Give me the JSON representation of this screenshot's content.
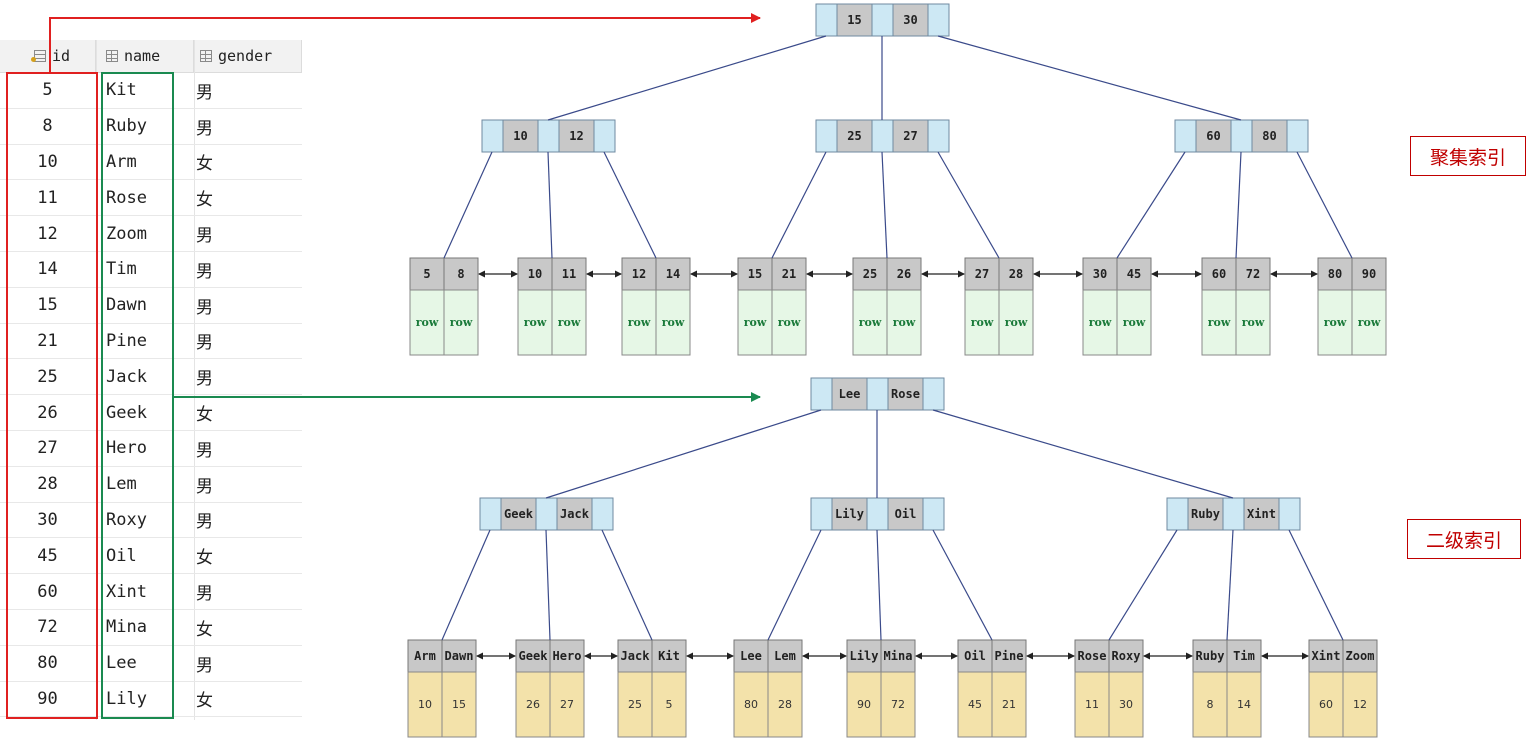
{
  "table": {
    "headers": {
      "id": "id",
      "name": "name",
      "gender": "gender"
    },
    "rows": [
      {
        "id": "5",
        "name": "Kit",
        "gender": "男"
      },
      {
        "id": "8",
        "name": "Ruby",
        "gender": "男"
      },
      {
        "id": "10",
        "name": "Arm",
        "gender": "女"
      },
      {
        "id": "11",
        "name": "Rose",
        "gender": "女"
      },
      {
        "id": "12",
        "name": "Zoom",
        "gender": "男"
      },
      {
        "id": "14",
        "name": "Tim",
        "gender": "男"
      },
      {
        "id": "15",
        "name": "Dawn",
        "gender": "男"
      },
      {
        "id": "21",
        "name": "Pine",
        "gender": "男"
      },
      {
        "id": "25",
        "name": "Jack",
        "gender": "男"
      },
      {
        "id": "26",
        "name": "Geek",
        "gender": "女"
      },
      {
        "id": "27",
        "name": "Hero",
        "gender": "男"
      },
      {
        "id": "28",
        "name": "Lem",
        "gender": "男"
      },
      {
        "id": "30",
        "name": "Roxy",
        "gender": "男"
      },
      {
        "id": "45",
        "name": "Oil",
        "gender": "女"
      },
      {
        "id": "60",
        "name": "Xint",
        "gender": "男"
      },
      {
        "id": "72",
        "name": "Mina",
        "gender": "女"
      },
      {
        "id": "80",
        "name": "Lee",
        "gender": "男"
      },
      {
        "id": "90",
        "name": "Lily",
        "gender": "女"
      }
    ]
  },
  "clustered_index": {
    "label": "聚集索引",
    "root": [
      "15",
      "30"
    ],
    "internal": [
      [
        "10",
        "12"
      ],
      [
        "25",
        "27"
      ],
      [
        "60",
        "80"
      ]
    ],
    "leaves": [
      [
        "5",
        "8"
      ],
      [
        "10",
        "11"
      ],
      [
        "12",
        "14"
      ],
      [
        "15",
        "21"
      ],
      [
        "25",
        "26"
      ],
      [
        "27",
        "28"
      ],
      [
        "30",
        "45"
      ],
      [
        "60",
        "72"
      ],
      [
        "80",
        "90"
      ]
    ],
    "leaf_payload": "row"
  },
  "secondary_index": {
    "label": "二级索引",
    "root": [
      "Lee",
      "Rose"
    ],
    "internal": [
      [
        "Geek",
        "Jack"
      ],
      [
        "Lily",
        "Oil"
      ],
      [
        "Ruby",
        "Xint"
      ]
    ],
    "leaves": [
      {
        "keys": [
          "Arm",
          "Dawn"
        ],
        "ids": [
          "10",
          "15"
        ]
      },
      {
        "keys": [
          "Geek",
          "Hero"
        ],
        "ids": [
          "26",
          "27"
        ]
      },
      {
        "keys": [
          "Jack",
          "Kit"
        ],
        "ids": [
          "25",
          "5"
        ]
      },
      {
        "keys": [
          "Lee",
          "Lem"
        ],
        "ids": [
          "80",
          "28"
        ]
      },
      {
        "keys": [
          "Lily",
          "Mina"
        ],
        "ids": [
          "90",
          "72"
        ]
      },
      {
        "keys": [
          "Oil",
          "Pine"
        ],
        "ids": [
          "45",
          "21"
        ]
      },
      {
        "keys": [
          "Rose",
          "Roxy"
        ],
        "ids": [
          "11",
          "30"
        ]
      },
      {
        "keys": [
          "Ruby",
          "Tim"
        ],
        "ids": [
          "8",
          "14"
        ]
      },
      {
        "keys": [
          "Xint",
          "Zoom"
        ],
        "ids": [
          "60",
          "12"
        ]
      }
    ]
  },
  "colors": {
    "pointer_cell": "#cde8f4",
    "key_cell": "#c8c8c8",
    "row_cell": "#e6f7e6",
    "pk_cell": "#f3e2aa",
    "id_highlight": "#e02020",
    "name_highlight": "#1a8a50",
    "tree_line": "#3a4a8a"
  }
}
